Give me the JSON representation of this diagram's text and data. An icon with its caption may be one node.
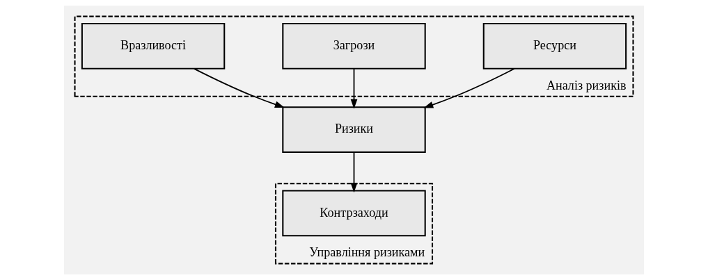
{
  "diagram": {
    "nodes": [
      {
        "text": [
          "Аналіз ризиків"
        ]
      },
      {
        "text": [
          "Ресурси"
        ],
        "in": 0
      },
      {
        "text": [
          "Загрози"
        ],
        "in": 0
      },
      {
        "text": [
          "Вразливості"
        ],
        "in": 0
      },
      {
        "text": [
          "Ризики"
        ]
      },
      {
        "text": [
          "Управління ризиками"
        ]
      },
      {
        "text": [
          "Контрзаходи"
        ],
        "in": 5
      }
    ],
    "edges": [
      {
        "from": 1,
        "to": 4,
        "arrow": "to"
      },
      {
        "from": 2,
        "to": 4,
        "arrow": "to"
      },
      {
        "from": 3,
        "to": 4,
        "arrow": "to"
      },
      {
        "from": 4,
        "to": 6,
        "arrow": "to"
      }
    ]
  }
}
